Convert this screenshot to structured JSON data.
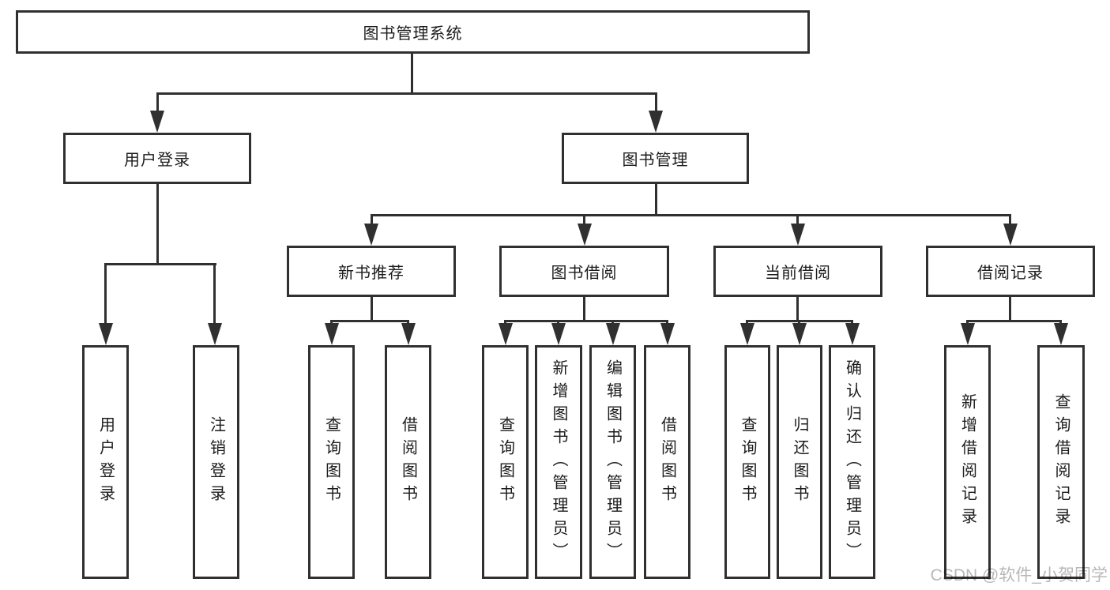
{
  "colors": {
    "line": "#303030",
    "text": "#1c1c1c",
    "watermark": "#b8b8b8",
    "background": "#ffffff"
  },
  "watermark": {
    "text": "CSDN @软件_小贺同学"
  },
  "tree": {
    "root": {
      "label": "图书管理系统"
    },
    "children": [
      {
        "label": "用户登录",
        "children": [
          {
            "label": "用户登录"
          },
          {
            "label": "注销登录"
          }
        ]
      },
      {
        "label": "图书管理",
        "children": [
          {
            "label": "新书推荐",
            "children": [
              {
                "label": "查询图书"
              },
              {
                "label": "借阅图书"
              }
            ]
          },
          {
            "label": "图书借阅",
            "children": [
              {
                "label": "查询图书"
              },
              {
                "label": "新增图书（管理员）"
              },
              {
                "label": "编辑图书（管理员）"
              },
              {
                "label": "借阅图书"
              }
            ]
          },
          {
            "label": "当前借阅",
            "children": [
              {
                "label": "查询图书"
              },
              {
                "label": "归还图书"
              },
              {
                "label": "确认归还（管理员）"
              }
            ]
          },
          {
            "label": "借阅记录",
            "children": [
              {
                "label": "新增借阅记录"
              },
              {
                "label": "查询借阅记录"
              }
            ]
          }
        ]
      }
    ]
  }
}
